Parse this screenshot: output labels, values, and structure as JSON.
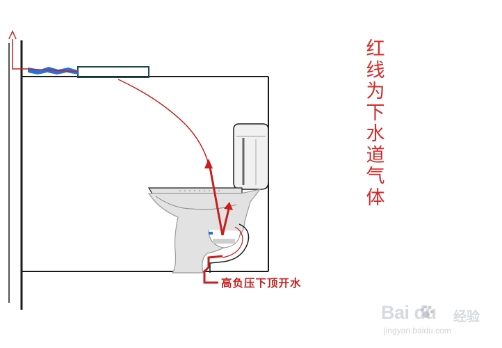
{
  "labels": {
    "side_note": "红线为下水道气体",
    "bottom_note": "高负压下顶开水"
  },
  "watermark": {
    "brand": "Bai du",
    "brand_cn": "经验",
    "url": "jingyan.baidu.com"
  },
  "colors": {
    "gas_line": "#c81e1e",
    "outline": "#1a1a1a",
    "pipe_blue": "#2a6fd6",
    "ceramic_fill": "#e2e2e2",
    "ceramic_edge": "#9a9a9a"
  },
  "icons": [
    "up-arrow-icon",
    "paw-icon"
  ]
}
